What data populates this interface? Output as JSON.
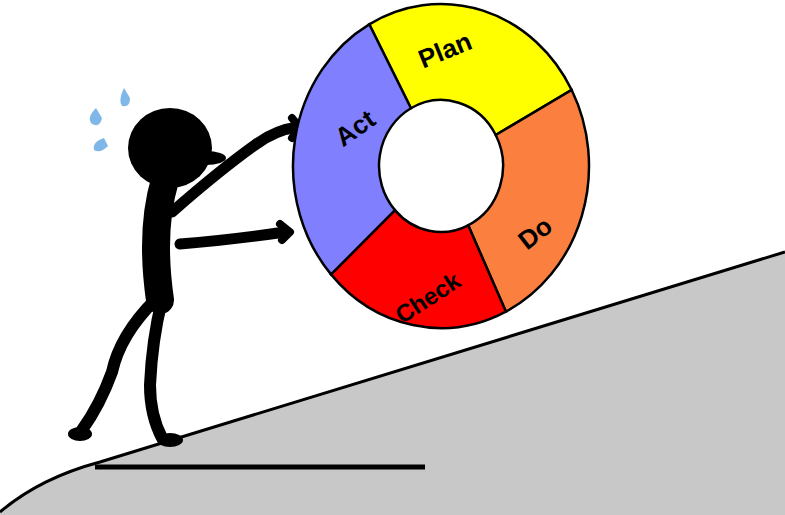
{
  "diagram": {
    "nodes": [
      {
        "text": [
          "Plan"
        ]
      },
      {
        "text": [
          "Do"
        ]
      },
      {
        "text": [
          "Check"
        ]
      },
      {
        "text": [
          "Act"
        ]
      }
    ],
    "edges": [
      {
        "from": 3,
        "to": 0,
        "arrow": "to"
      },
      {
        "from": 1,
        "to": 2,
        "arrow": "to"
      }
    ]
  }
}
